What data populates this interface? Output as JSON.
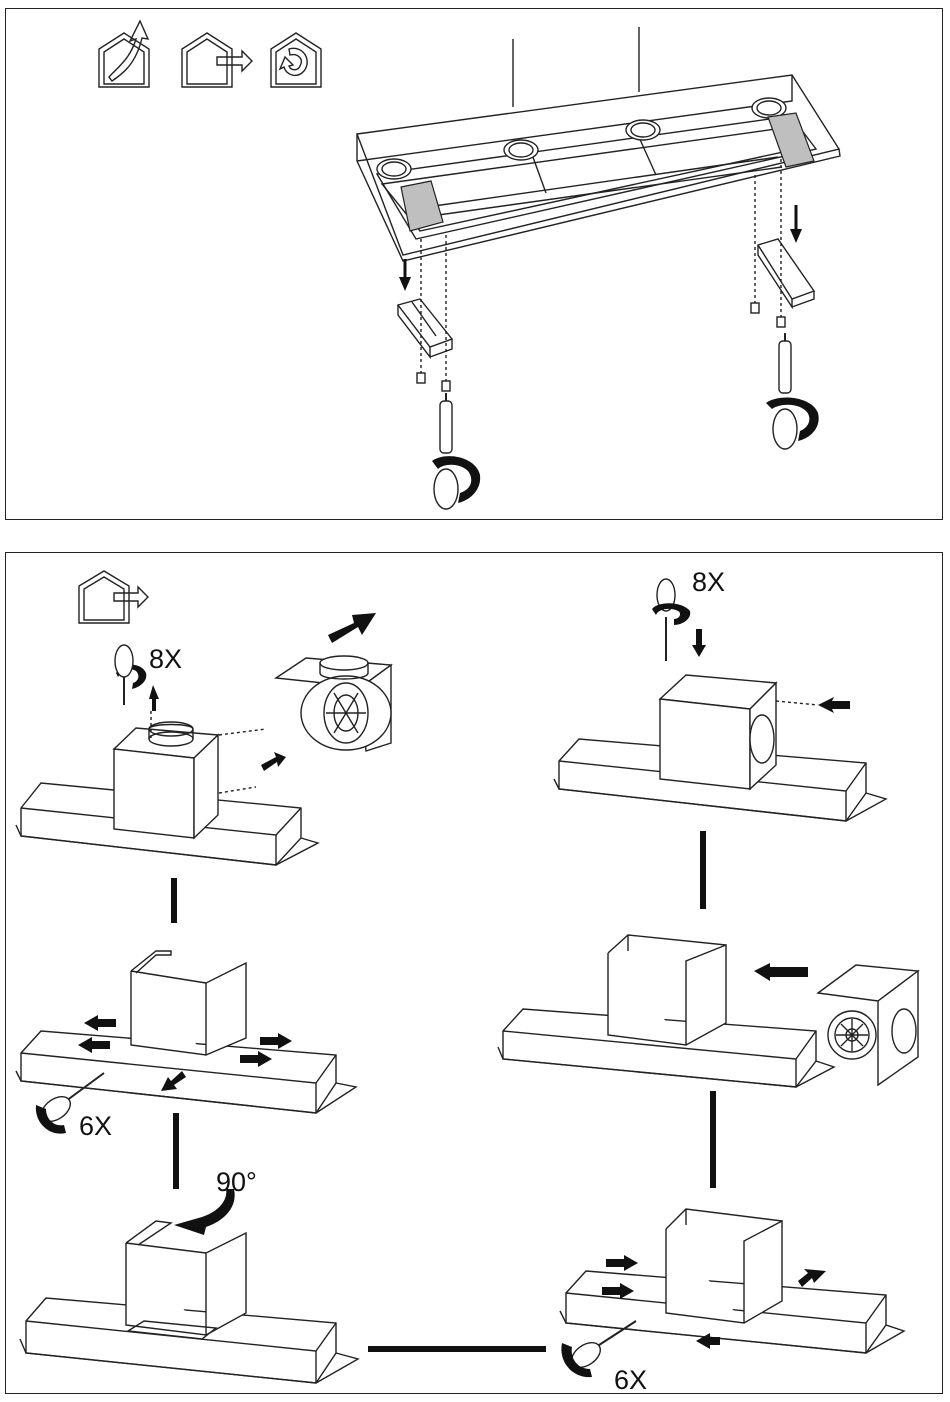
{
  "top_panel": {
    "icons": [
      "house-exhaust-icon",
      "house-outlet-icon",
      "house-recirculation-icon"
    ]
  },
  "bottom_panel": {
    "step1": {
      "screw_count": "8X"
    },
    "step2": {
      "screw_count": "6X"
    },
    "step3": {
      "rotation": "90°"
    },
    "step4": {
      "screw_count": "6X"
    },
    "step6": {
      "screw_count": "8X"
    }
  },
  "colors": {
    "line": "#222222",
    "bracket_fill": "#bfbfbf",
    "background": "#ffffff"
  }
}
